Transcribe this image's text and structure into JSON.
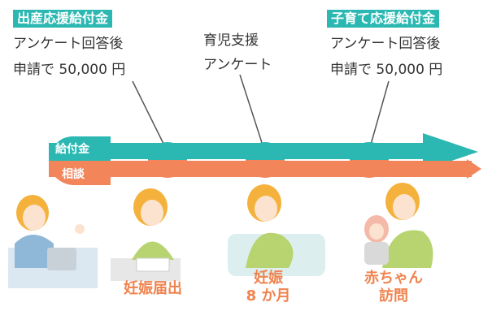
{
  "colors": {
    "teal": "#2cb8b2",
    "orange": "#f2855a",
    "label_orange": "#f0834f",
    "text": "#333333",
    "hair": "#f4b23d",
    "skin": "#fbe3cf"
  },
  "benefits": {
    "left": {
      "title": "出産応援給付金",
      "line1": "アンケート回答後",
      "line2": "申請で 50,000 円"
    },
    "middle": {
      "line1": "育児支援",
      "line2": "アンケート"
    },
    "right": {
      "title": "子育て応援給付金",
      "line1": "アンケート回答後",
      "line2": "申請で 50,000 円"
    }
  },
  "timeline": {
    "top_pill": "給付金",
    "bottom_pill": "相談"
  },
  "stages": [
    {
      "label_line1": "妊娠届出",
      "label_line2": ""
    },
    {
      "label_line1": "妊娠",
      "label_line2": "8 か月"
    },
    {
      "label_line1": "赤ちゃん",
      "label_line2": "訪問"
    }
  ],
  "icons": [
    "counselor-illustration",
    "pregnancy-notification-illustration",
    "pregnant-woman-illustration",
    "mother-with-baby-illustration"
  ]
}
